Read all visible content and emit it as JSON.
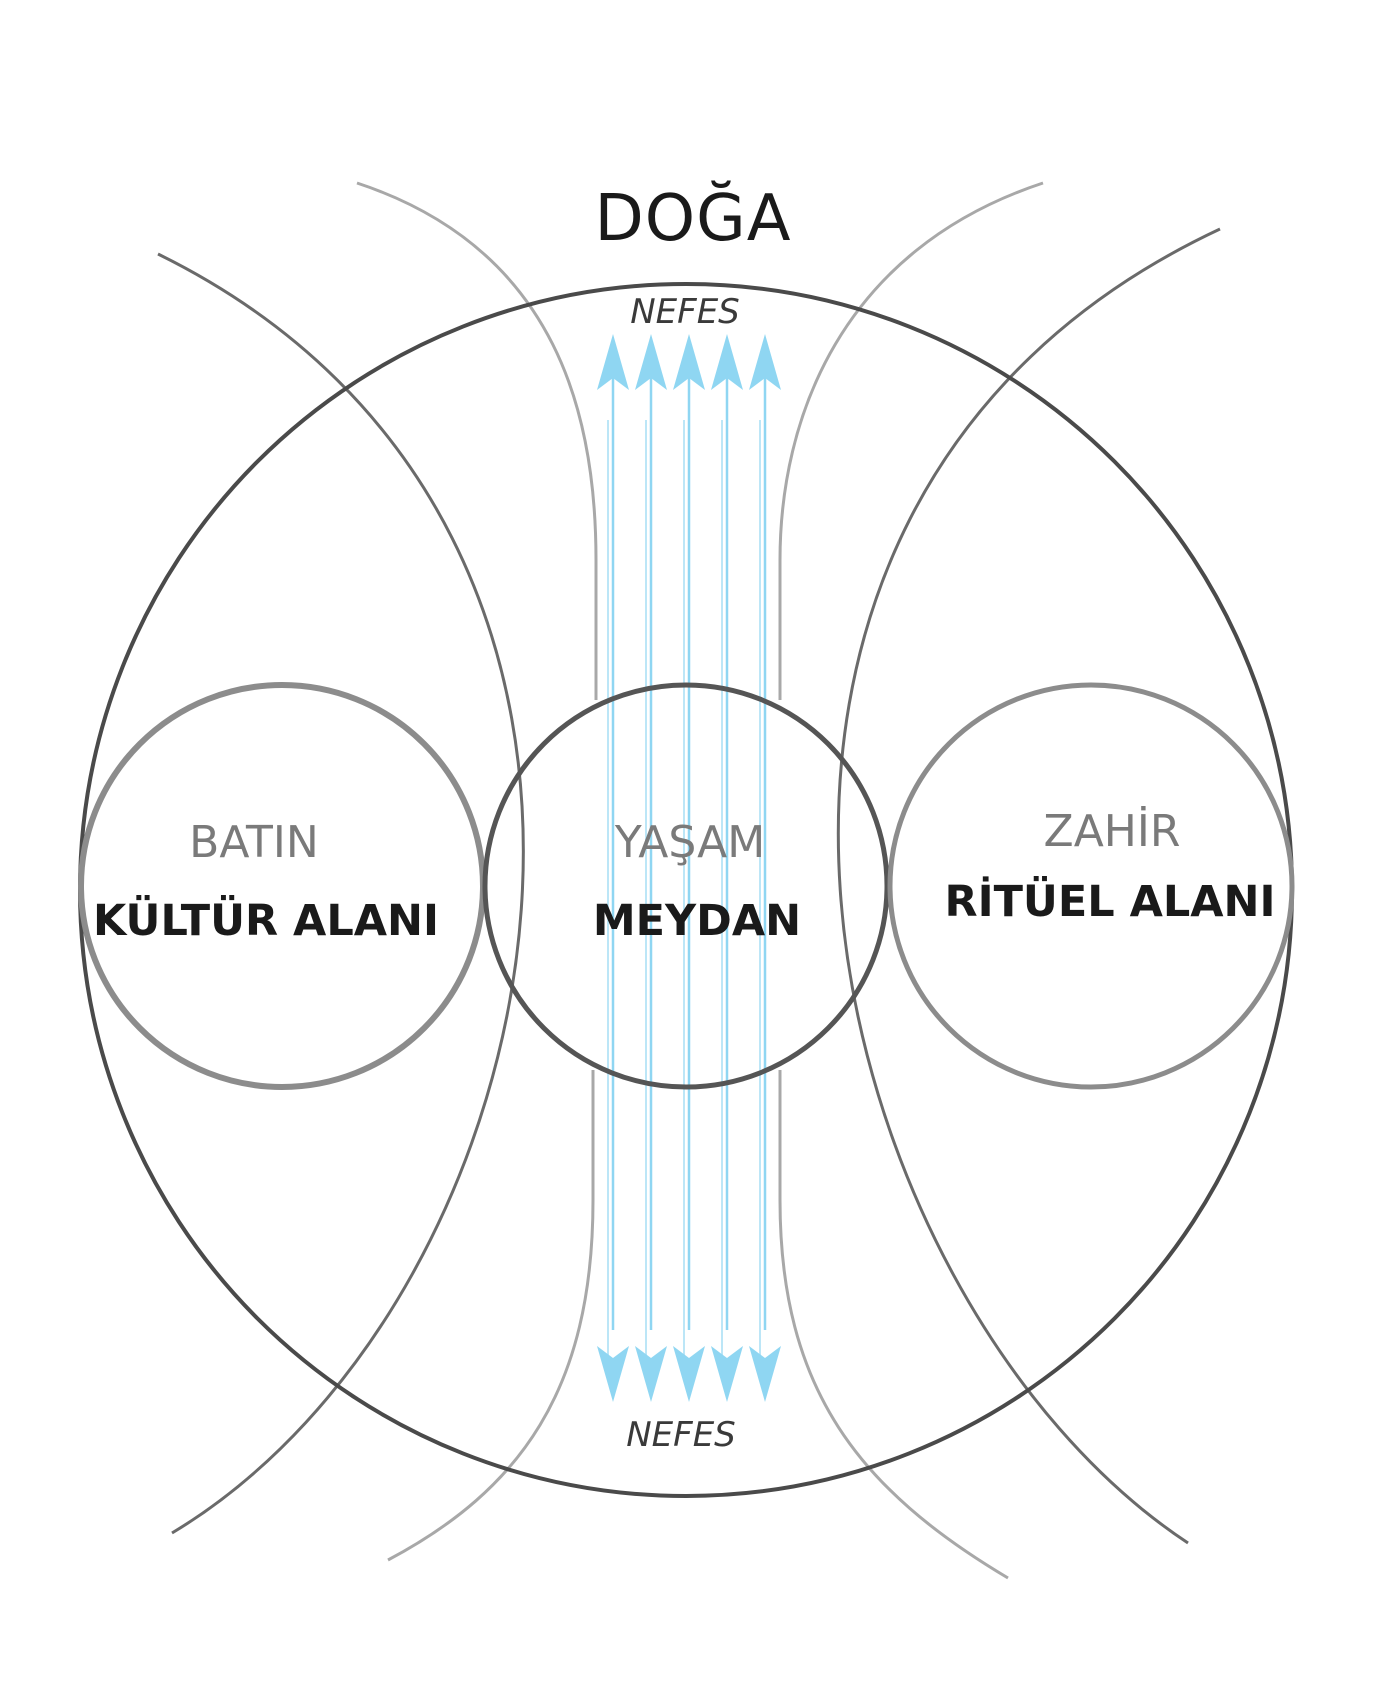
{
  "title": "DOĞA",
  "flow_label_top": "NEFES",
  "flow_label_bottom": "NEFES",
  "zones": {
    "left": {
      "subtitle": "BATIN",
      "label": "KÜLTÜR ALANI"
    },
    "center": {
      "subtitle": "YAŞAM",
      "label": "MEYDAN"
    },
    "right": {
      "subtitle": "ZAHİR",
      "label": "RİTÜEL ALANI"
    }
  },
  "colors": {
    "outer_ring": "#4a4a4a",
    "inner_ring": "#8c8c8c",
    "center_ring": "#555555",
    "field_lines_dark": "#6a6a6a",
    "field_lines_light": "#a8a8a8",
    "arrows": "#8fd6f2"
  },
  "arrow_count": 5
}
